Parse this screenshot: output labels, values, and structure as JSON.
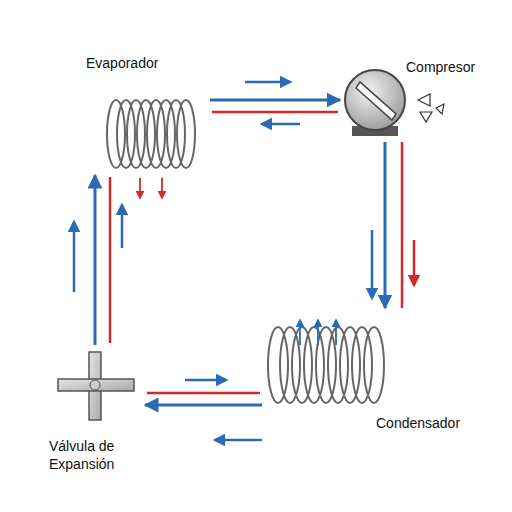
{
  "diagram": {
    "nodes": [
      {
        "text": [
          "Evaporador"
        ]
      },
      {
        "text": [
          "Compresor"
        ]
      },
      {
        "text": [
          "Condensador"
        ]
      },
      {
        "text": [
          "Válvula de Expansión"
        ]
      }
    ],
    "edges": [
      {
        "from": 0,
        "to": 1,
        "arrow": "to"
      },
      {
        "from": 1,
        "to": 2,
        "arrow": "to"
      },
      {
        "from": 2,
        "to": 3,
        "arrow": "to"
      },
      {
        "from": 3,
        "to": 0,
        "arrow": "to"
      }
    ]
  }
}
